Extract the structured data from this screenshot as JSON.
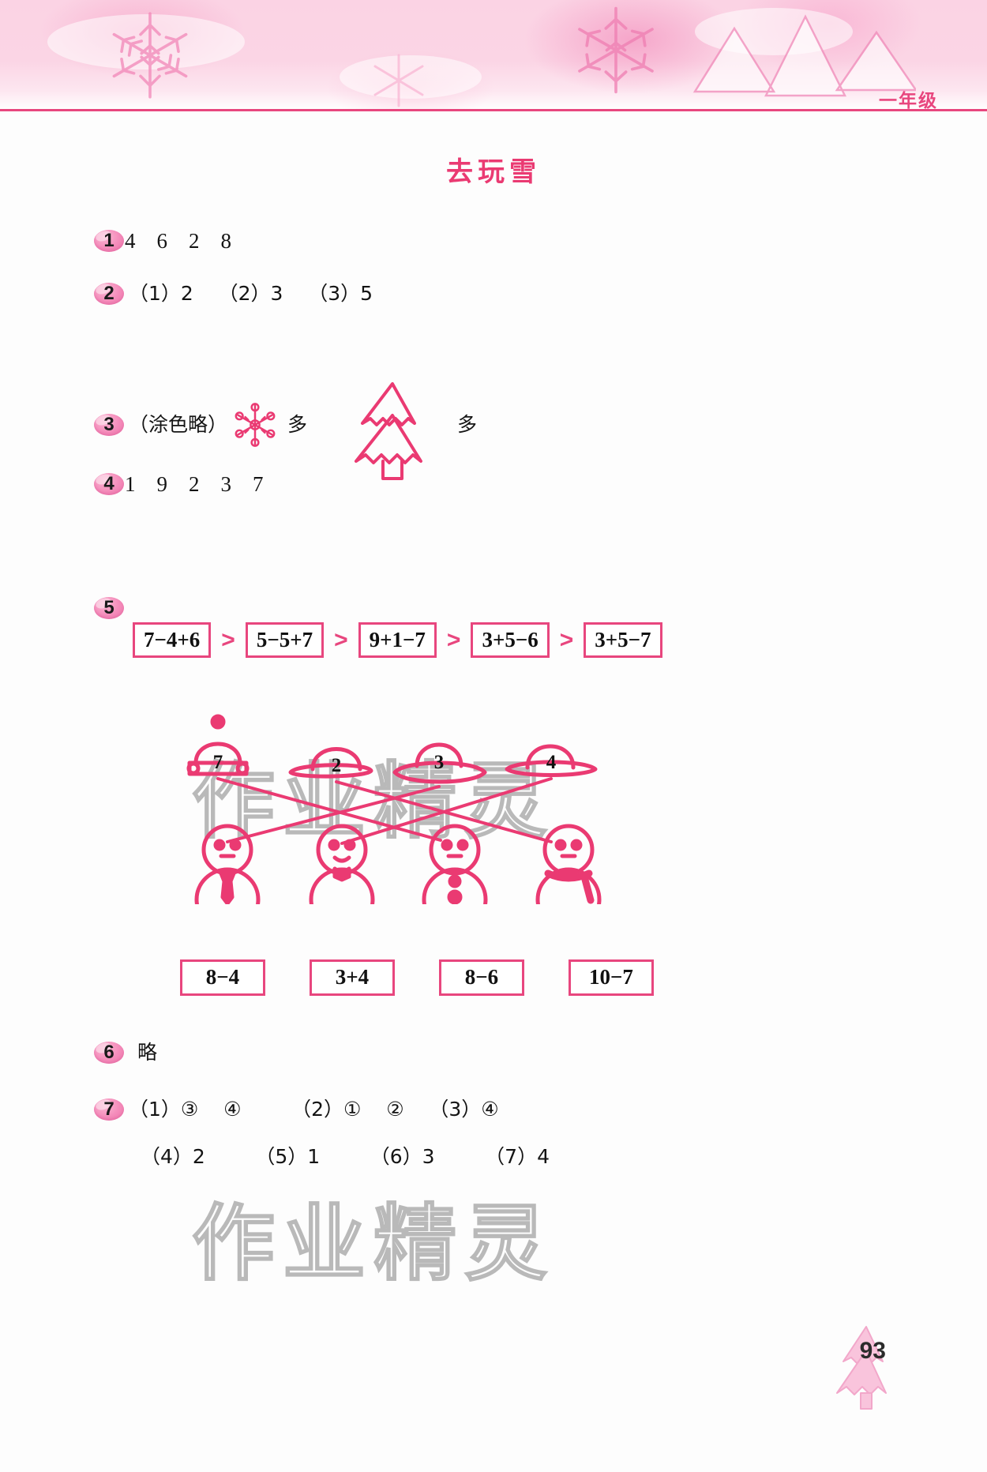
{
  "header": {
    "grade": "一年级",
    "band_color": "#fbd3e4",
    "accent_color": "#e8467e"
  },
  "title": "去玩雪",
  "items": [
    {
      "number": "1",
      "answer": "4    6    2    8"
    },
    {
      "number": "2",
      "answer": "（1）2    （2）3    （3）5"
    },
    {
      "number": "3",
      "answer": "（涂色略）"
    },
    {
      "number": "4",
      "answer": "1    9    2    3    7"
    },
    {
      "number": "5",
      "answer": ""
    },
    {
      "number": "6",
      "answer": "略"
    },
    {
      "number": "7",
      "answer": "（1）③    ④        （2）①    ②    （3）④"
    }
  ],
  "item3": {
    "prefix": "（涂色略）",
    "snowflake_label": "多",
    "tree_label": "多"
  },
  "item7_line2": "（4）2        （5）1        （6）3        （7）4",
  "compare_chain": {
    "boxes": [
      "7−4+6",
      "5−5+7",
      "9+1−7",
      "3+5−6",
      "3+5−7"
    ],
    "operator": ">"
  },
  "matching": {
    "hats": [
      "7",
      "2",
      "3",
      "4"
    ],
    "answer_boxes": [
      "8−4",
      "3+4",
      "8−6",
      "10−7"
    ]
  },
  "watermark": "作业精灵",
  "footer": {
    "page_number": "93"
  }
}
